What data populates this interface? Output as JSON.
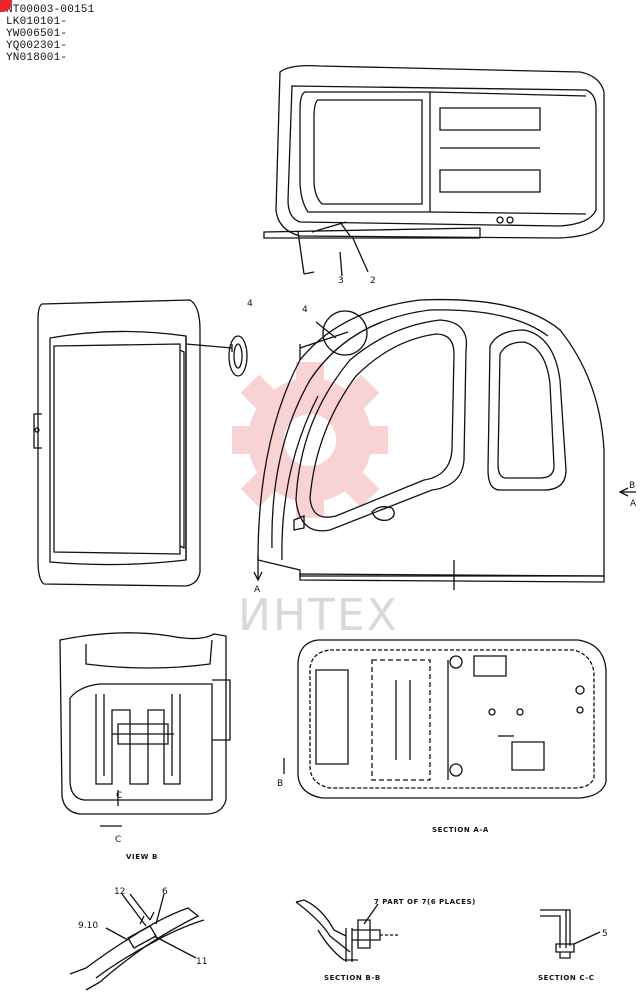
{
  "serials": [
    "NT00003-00151",
    "LK010101-",
    "YW006501-",
    "YQ002301-",
    "YN018001-"
  ],
  "watermark": {
    "text": "ИНТЕХ",
    "color": "#e83a3a"
  },
  "callouts": {
    "top_2": "2",
    "top_3": "3",
    "left_4": "4",
    "side_4": "4",
    "b_arrow": "B",
    "a_left": "A",
    "a_right": "A",
    "b_left_sec": "B",
    "c_view": "C",
    "c_label": "C",
    "n12": "12",
    "n6": "6",
    "n910": "9.10",
    "n11": "11",
    "n7": "7 PART OF 7(6 PLACES)",
    "n5": "5"
  },
  "captions": {
    "view_b": "VIEW B",
    "section_aa": "SECTION  A-A",
    "section_bb": "SECTION B-B",
    "section_cc": "SECTION C-C"
  }
}
